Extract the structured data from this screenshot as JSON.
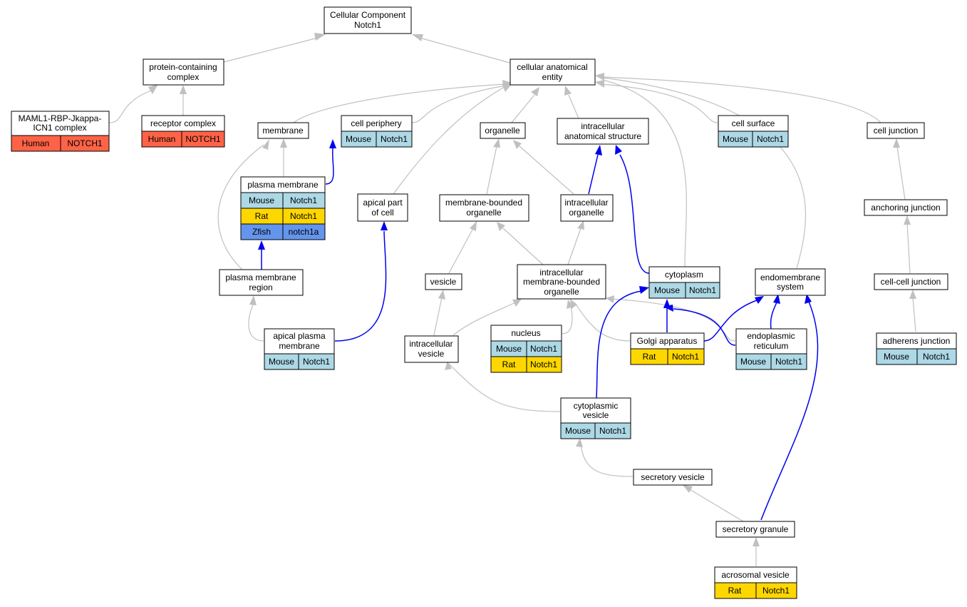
{
  "root": {
    "line1": "Cellular Component",
    "line2": "Notch1"
  },
  "species_colors": {
    "Human": "#ff6347",
    "Mouse": "#add8e6",
    "Rat": "#ffd700",
    "Zfish": "#6495ed"
  },
  "edge_colors": {
    "is_a": "#c0c0c0",
    "part_of": "#0000ee"
  },
  "nodes": {
    "protein_containing_complex": {
      "line1": "protein-containing",
      "line2": "complex"
    },
    "cellular_anatomical_entity": {
      "line1": "cellular anatomical",
      "line2": "entity"
    },
    "maml1_complex": {
      "line1": "MAML1-RBP-Jkappa-",
      "line2": "ICN1 complex",
      "annotations": [
        {
          "species": "Human",
          "gene": "NOTCH1"
        }
      ]
    },
    "receptor_complex": {
      "label": "receptor complex",
      "annotations": [
        {
          "species": "Human",
          "gene": "NOTCH1"
        }
      ]
    },
    "membrane": {
      "label": "membrane"
    },
    "cell_periphery": {
      "label": "cell periphery",
      "annotations": [
        {
          "species": "Mouse",
          "gene": "Notch1"
        }
      ]
    },
    "organelle": {
      "label": "organelle"
    },
    "intracellular_anatomical_structure": {
      "line1": "intracellular",
      "line2": "anatomical structure"
    },
    "cell_surface": {
      "label": "cell surface",
      "annotations": [
        {
          "species": "Mouse",
          "gene": "Notch1"
        }
      ]
    },
    "cell_junction": {
      "label": "cell junction"
    },
    "plasma_membrane": {
      "label": "plasma membrane",
      "annotations": [
        {
          "species": "Mouse",
          "gene": "Notch1"
        },
        {
          "species": "Rat",
          "gene": "Notch1"
        },
        {
          "species": "Zfish",
          "gene": "notch1a"
        }
      ]
    },
    "apical_part_of_cell": {
      "line1": "apical part",
      "line2": "of cell"
    },
    "membrane_bounded_organelle": {
      "line1": "membrane-bounded",
      "line2": "organelle"
    },
    "intracellular_organelle": {
      "line1": "intracellular",
      "line2": "organelle"
    },
    "anchoring_junction": {
      "label": "anchoring junction"
    },
    "plasma_membrane_region": {
      "line1": "plasma membrane",
      "line2": "region"
    },
    "vesicle": {
      "label": "vesicle"
    },
    "intracellular_membrane_bounded_organelle": {
      "line1": "intracellular",
      "line2": "membrane-bounded",
      "line3": "organelle"
    },
    "cytoplasm": {
      "label": "cytoplasm",
      "annotations": [
        {
          "species": "Mouse",
          "gene": "Notch1"
        }
      ]
    },
    "endomembrane_system": {
      "line1": "endomembrane",
      "line2": "system"
    },
    "cell_cell_junction": {
      "label": "cell-cell junction"
    },
    "apical_plasma_membrane": {
      "line1": "apical plasma",
      "line2": "membrane",
      "annotations": [
        {
          "species": "Mouse",
          "gene": "Notch1"
        }
      ]
    },
    "nucleus": {
      "label": "nucleus",
      "annotations": [
        {
          "species": "Mouse",
          "gene": "Notch1"
        },
        {
          "species": "Rat",
          "gene": "Notch1"
        }
      ]
    },
    "intracellular_vesicle": {
      "line1": "intracellular",
      "line2": "vesicle"
    },
    "golgi_apparatus": {
      "label": "Golgi apparatus",
      "annotations": [
        {
          "species": "Rat",
          "gene": "Notch1"
        }
      ]
    },
    "endoplasmic_reticulum": {
      "line1": "endoplasmic",
      "line2": "reticulum",
      "annotations": [
        {
          "species": "Mouse",
          "gene": "Notch1"
        }
      ]
    },
    "adherens_junction": {
      "label": "adherens junction",
      "annotations": [
        {
          "species": "Mouse",
          "gene": "Notch1"
        }
      ]
    },
    "cytoplasmic_vesicle": {
      "line1": "cytoplasmic",
      "line2": "vesicle",
      "annotations": [
        {
          "species": "Mouse",
          "gene": "Notch1"
        }
      ]
    },
    "secretory_vesicle": {
      "label": "secretory vesicle"
    },
    "secretory_granule": {
      "label": "secretory granule"
    },
    "acrosomal_vesicle": {
      "label": "acrosomal vesicle",
      "annotations": [
        {
          "species": "Rat",
          "gene": "Notch1"
        }
      ]
    }
  }
}
